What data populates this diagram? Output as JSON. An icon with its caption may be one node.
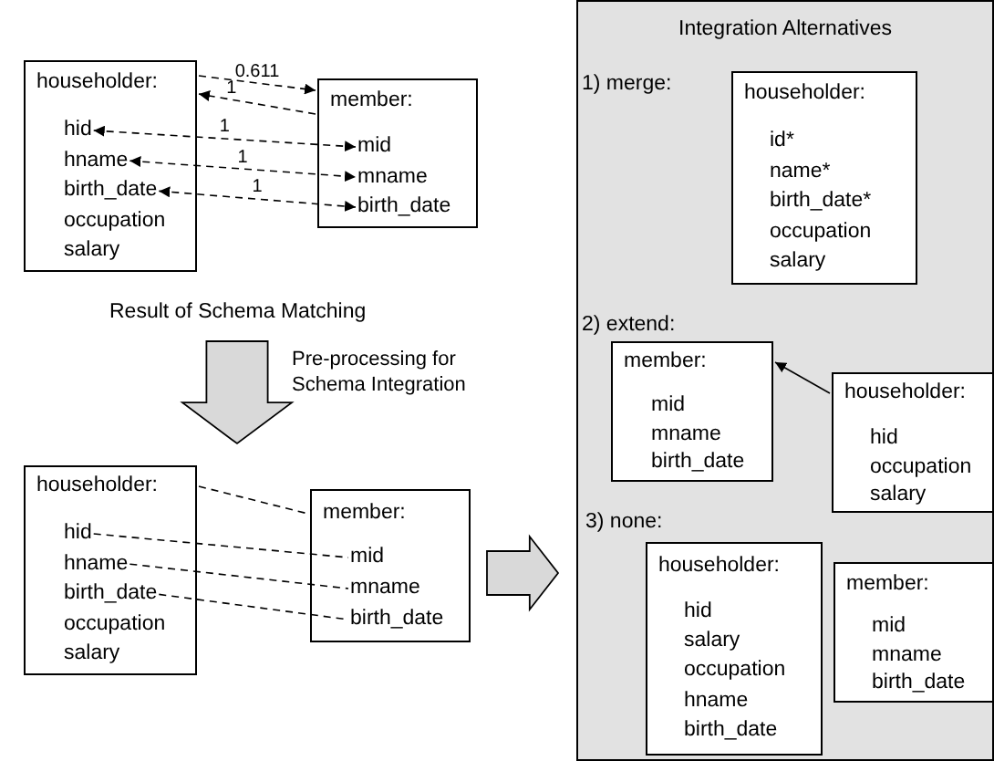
{
  "diagram": {
    "nodes": [
      {
        "text": [
          "householder:"
        ]
      },
      {
        "text": [
          "hid"
        ],
        "in": 0
      },
      {
        "text": [
          "hname"
        ],
        "in": 0
      },
      {
        "text": [
          "birth_date"
        ],
        "in": 0
      },
      {
        "text": [
          "occupation"
        ],
        "in": 0
      },
      {
        "text": [
          "salary"
        ],
        "in": 0
      },
      {
        "text": [
          "member:"
        ]
      },
      {
        "text": [
          "mid"
        ],
        "in": 6
      },
      {
        "text": [
          "mname"
        ],
        "in": 6
      },
      {
        "text": [
          "birth_date"
        ],
        "in": 6
      },
      {
        "text": [
          "householder:"
        ]
      },
      {
        "text": [
          "hid"
        ],
        "in": 10
      },
      {
        "text": [
          "hname"
        ],
        "in": 10
      },
      {
        "text": [
          "birth_date"
        ],
        "in": 10
      },
      {
        "text": [
          "occupation"
        ],
        "in": 10
      },
      {
        "text": [
          "salary"
        ],
        "in": 10
      },
      {
        "text": [
          "member:"
        ]
      },
      {
        "text": [
          "mid"
        ],
        "in": 16
      },
      {
        "text": [
          "mname"
        ],
        "in": 16
      },
      {
        "text": [
          "birth_date"
        ],
        "in": 16
      },
      {
        "text": [
          "Integration Alternatives"
        ]
      },
      {
        "text": [
          "householder:"
        ],
        "in": 20
      },
      {
        "text": [
          "id*"
        ],
        "in": 21
      },
      {
        "text": [
          "name*"
        ],
        "in": 21
      },
      {
        "text": [
          "birth_date*"
        ],
        "in": 21
      },
      {
        "text": [
          "occupation"
        ],
        "in": 21
      },
      {
        "text": [
          "salary"
        ],
        "in": 21
      },
      {
        "text": [
          "member:"
        ],
        "in": 20
      },
      {
        "text": [
          "mid"
        ],
        "in": 27
      },
      {
        "text": [
          "mname"
        ],
        "in": 27
      },
      {
        "text": [
          "birth_date"
        ],
        "in": 27
      },
      {
        "text": [
          "householder:"
        ],
        "in": 20
      },
      {
        "text": [
          "hid"
        ],
        "in": 31
      },
      {
        "text": [
          "occupation"
        ],
        "in": 31
      },
      {
        "text": [
          "salary"
        ],
        "in": 31
      },
      {
        "text": [
          "householder:"
        ],
        "in": 20
      },
      {
        "text": [
          "hid"
        ],
        "in": 35
      },
      {
        "text": [
          "salary"
        ],
        "in": 35
      },
      {
        "text": [
          "occupation"
        ],
        "in": 35
      },
      {
        "text": [
          "hname"
        ],
        "in": 35
      },
      {
        "text": [
          "birth_date"
        ],
        "in": 35
      },
      {
        "text": [
          "member:"
        ],
        "in": 20
      },
      {
        "text": [
          "mid"
        ],
        "in": 41
      },
      {
        "text": [
          "mname"
        ],
        "in": 41
      },
      {
        "text": [
          "birth_date"
        ],
        "in": 41
      }
    ],
    "edges": [
      {
        "from": 0,
        "to": 6,
        "arrow": "to",
        "label": "0.611",
        "style": "dashed"
      },
      {
        "from": 6,
        "to": 0,
        "arrow": "to",
        "label": "1",
        "style": "dashed"
      },
      {
        "from": 1,
        "to": 7,
        "arrow": "both",
        "label": "1",
        "style": "dashed"
      },
      {
        "from": 2,
        "to": 8,
        "arrow": "both",
        "label": "1",
        "style": "dashed"
      },
      {
        "from": 3,
        "to": 9,
        "arrow": "both",
        "label": "1",
        "style": "dashed"
      },
      {
        "from": 0,
        "to": 10,
        "arrow": "to",
        "label": "Pre-processing for Schema Integration",
        "style": "thick"
      },
      {
        "from": 10,
        "to": 16,
        "arrow": "none",
        "style": "dashed"
      },
      {
        "from": 11,
        "to": 17,
        "arrow": "none",
        "style": "dashed"
      },
      {
        "from": 12,
        "to": 18,
        "arrow": "none",
        "style": "dashed"
      },
      {
        "from": 13,
        "to": 19,
        "arrow": "none",
        "style": "dashed"
      },
      {
        "from": 16,
        "to": 20,
        "arrow": "to",
        "style": "thick"
      },
      {
        "from": 31,
        "to": 27,
        "arrow": "to"
      }
    ],
    "labels": [
      "Result of Schema Matching",
      "1) merge:",
      "2) extend:",
      "3) none:"
    ]
  }
}
